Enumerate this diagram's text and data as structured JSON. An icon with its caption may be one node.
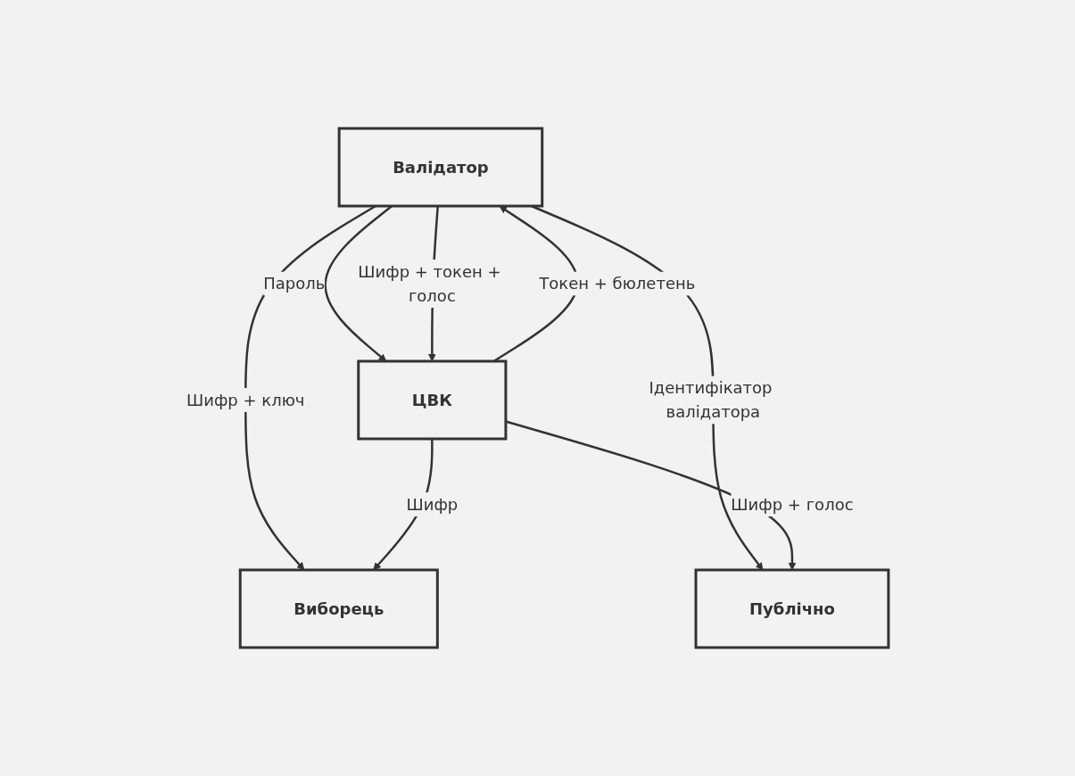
{
  "diagram": {
    "nodes": [
      {
        "text": [
          "Валідатор"
        ]
      },
      {
        "text": [
          "ЦВК"
        ]
      },
      {
        "text": [
          "Виборець"
        ]
      },
      {
        "text": [
          "Публічно"
        ]
      }
    ],
    "edges": [
      {
        "from": 0,
        "to": 1,
        "arrow": "to",
        "label": "Пароль"
      },
      {
        "from": 1,
        "to": 0,
        "arrow": "to",
        "label": "Токен + бюлетень"
      },
      {
        "from": 0,
        "to": 1,
        "arrow": "to",
        "label": "Шифр + токен + голос"
      },
      {
        "from": 0,
        "to": 2,
        "arrow": "to",
        "label": "Шифр + ключ"
      },
      {
        "from": 0,
        "to": 3,
        "arrow": "to",
        "label": "Ідентифікатор валідатора"
      },
      {
        "from": 1,
        "to": 2,
        "arrow": "to",
        "label": "Шифр"
      },
      {
        "from": 1,
        "to": 3,
        "arrow": "to",
        "label": "Шифр + голос"
      }
    ]
  }
}
